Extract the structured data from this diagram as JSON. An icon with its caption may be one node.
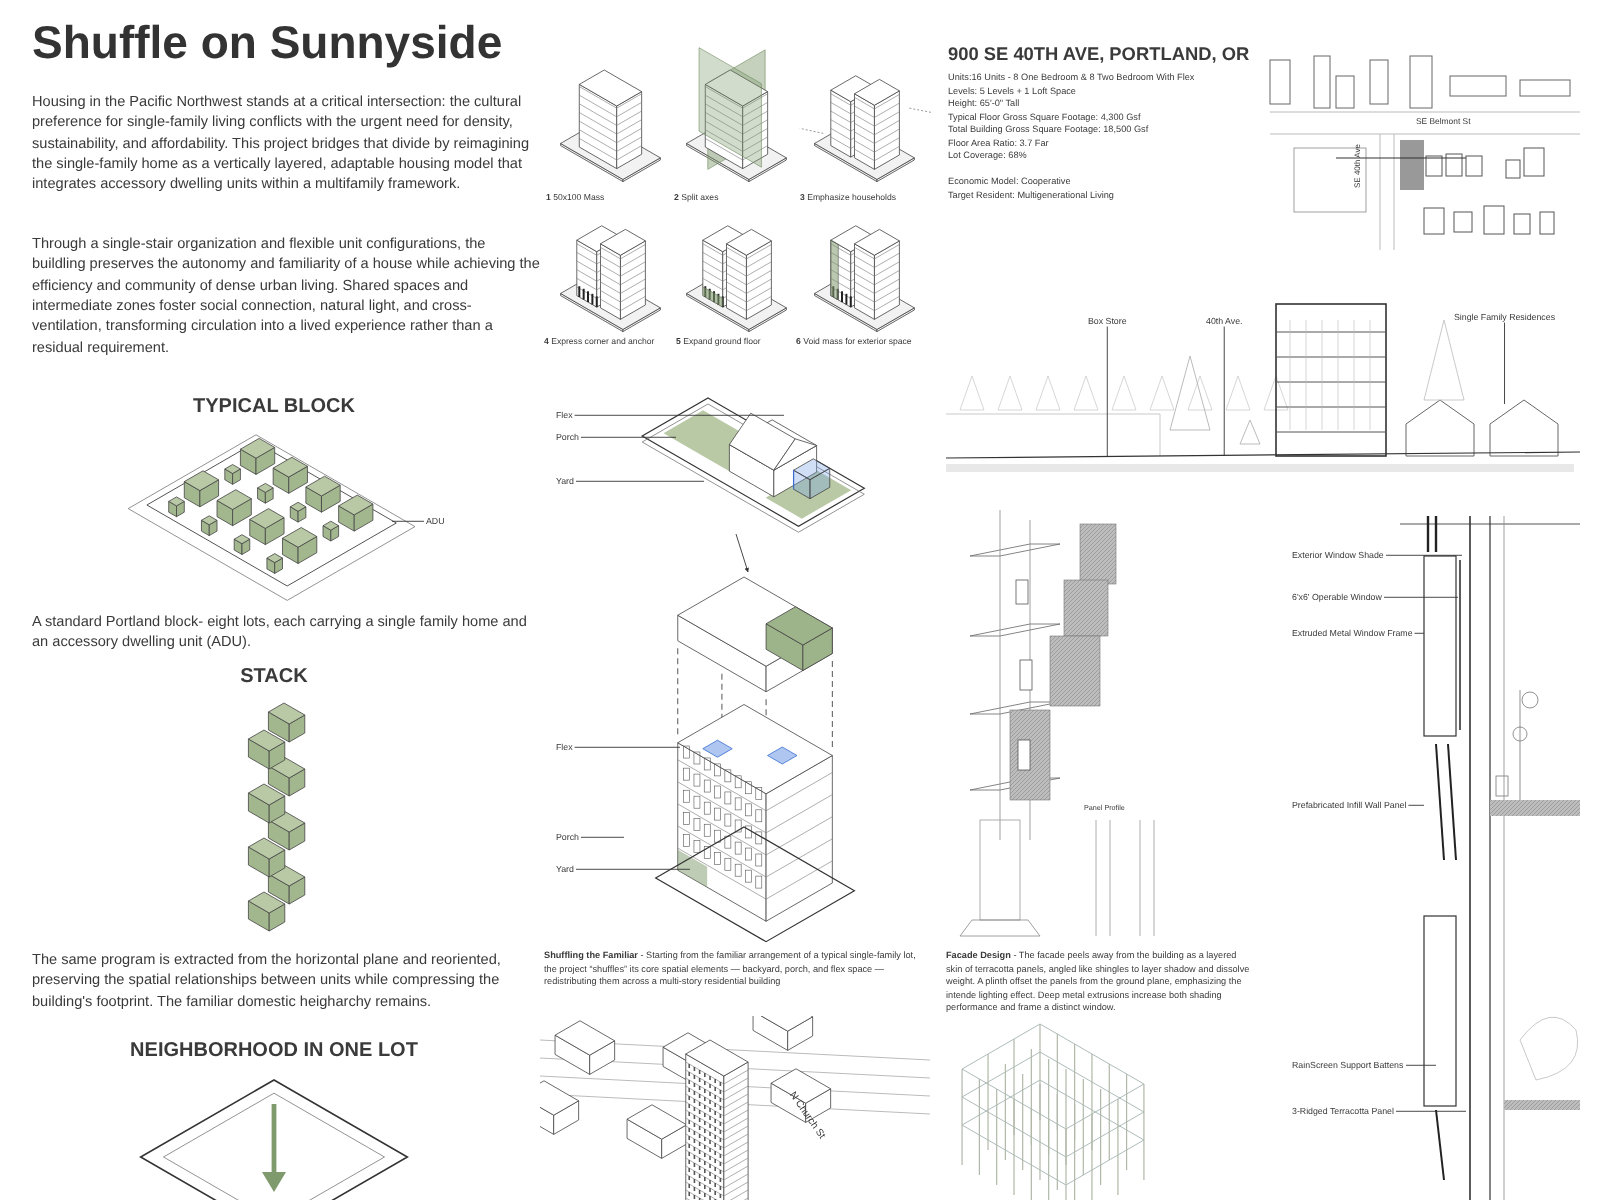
{
  "diagram": {
    "title": "Shuffle on Sunnyside",
    "nodes": [
      {
        "text": [
          "ADU"
        ]
      },
      {
        "text": [
          "Flex"
        ]
      },
      {
        "text": [
          "Porch"
        ]
      },
      {
        "text": [
          "Yard"
        ]
      },
      {
        "text": [],
        "shape": "picture"
      },
      {
        "text": [],
        "shape": "picture"
      },
      {
        "text": [
          "Flex"
        ]
      },
      {
        "text": [
          "Porch"
        ]
      },
      {
        "text": [
          "Yard"
        ]
      },
      {
        "text": [
          "Box Store"
        ]
      },
      {
        "text": [
          "40th Ave."
        ]
      },
      {
        "text": [
          "Single Family Residences"
        ]
      },
      {
        "text": [
          "Exterior Window Shade"
        ]
      },
      {
        "text": [
          "6'x6' Operable Window"
        ]
      },
      {
        "text": [
          "Extruded Metal Window Frame"
        ]
      },
      {
        "text": [
          "Prefabricated Infill Wall Panel"
        ]
      },
      {
        "text": [
          "RainScreen Support Battens"
        ]
      },
      {
        "text": [
          "3-Ridged Terracotta Panel"
        ]
      }
    ],
    "edges": [
      {
        "from": 0,
        "to": null,
        "arrow": "none"
      },
      {
        "from": 1,
        "to": 4,
        "arrow": "none"
      },
      {
        "from": 2,
        "to": 4,
        "arrow": "none"
      },
      {
        "from": 3,
        "to": 4,
        "arrow": "none"
      },
      {
        "from": 4,
        "to": 5,
        "arrow": "to"
      },
      {
        "from": 6,
        "to": 5,
        "arrow": "none"
      },
      {
        "from": 7,
        "to": 5,
        "arrow": "none"
      },
      {
        "from": 8,
        "to": 5,
        "arrow": "none"
      },
      {
        "from": 9,
        "to": null,
        "arrow": "none"
      },
      {
        "from": 10,
        "to": null,
        "arrow": "none"
      },
      {
        "from": 11,
        "to": null,
        "arrow": "none"
      },
      {
        "from": 12,
        "to": null,
        "arrow": "none"
      },
      {
        "from": 13,
        "to": null,
        "arrow": "none"
      },
      {
        "from": 14,
        "to": null,
        "arrow": "none"
      },
      {
        "from": 15,
        "to": null,
        "arrow": "none"
      },
      {
        "from": 16,
        "to": null,
        "arrow": "none"
      },
      {
        "from": 17,
        "to": null,
        "arrow": "none"
      }
    ],
    "labels": [
      "Housing in the Pacific Northwest stands at a critical intersection: the cultural preference for single-family living conflicts with the urgent need for density, sustainability, and affordability. This project bridges that divide by reimagining the single-family home as a vertically layered, adaptable housing model that integrates accessory dwelling units within a multifamily framework.",
      "Through a single-stair organization and flexible unit configurations, the buildling preserves the autonomy and familiarity of a house while achieving the efficiency and community of dense urban living. Shared spaces and intermediate zones foster social connection, natural light, and cross-ventilation, transforming circulation into a lived experience rather than a residual requirement.",
      "TYPICAL BLOCK",
      "A standard Portland block- eight lots, each carrying a single family home and an accessory dwelling unit (ADU).",
      "STACK",
      "The same program is extracted from the horizontal plane and reoriented, preserving the spatial relationships between units while compressing the building's footprint. The familiar domestic heigharchy remains.",
      "NEIGHBORHOOD IN ONE LOT",
      "**1** 50x100 Mass",
      "**2** Split axes",
      "**3** Emphasize households",
      "**4** Express corner and anchor",
      "**5** Expand ground floor",
      "**6** Void mass for exterior space",
      "**Shuffling the Familiar** - Starting from the familiar arrangement of a typical single-family lot, the project “shuffles” its core spatial elements — backyard, porch, and flex space — redistributing them across a multi-story residential building",
      "N Church St",
      "900 SE 40TH AVE, PORTLAND, OR",
      "Units:16 Units - 8 One Bedroom & 8 Two Bedroom With Flex",
      "Levels: 5 Levels + 1 Loft Space",
      "Height: 65'-0\" Tall",
      "Typical Floor Gross Square Footage: 4,300 Gsf",
      "Total Building Gross Square Footage: 18,500 Gsf",
      "Floor Area Ratio: 3.7 Far",
      "Lot Coverage: 68%",
      "Economic Model: Cooperative",
      "Target Resident: Multigenerational Living",
      "SE Belmont St",
      "SE 40th Ave",
      "Panel Profile",
      "**Facade Design** - The facade peels away from the building as a layered skin of terracotta panels, angled like shingles to layer shadow and dissolve weight. A plinth offset the panels from the ground plane, emphasizing the intende lighting effect. Deep metal extrusions increase both shading performance and frame a distinct window."
    ]
  }
}
